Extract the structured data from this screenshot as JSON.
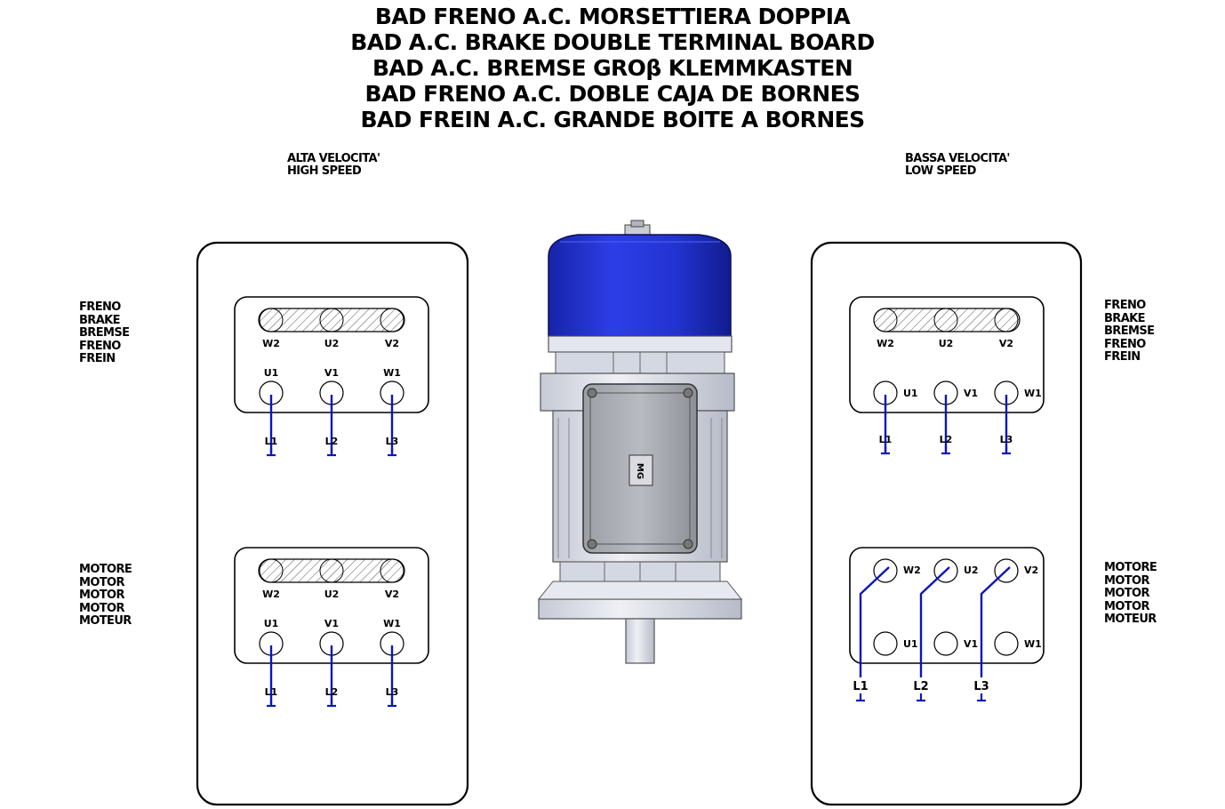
{
  "titles": [
    "BAD FRENO A.C. MORSETTIERA DOPPIA",
    "BAD A.C. BRAKE DOUBLE TERMINAL BOARD",
    "BAD A.C. BREMSE GROβ KLEMMKASTEN",
    "BAD FRENO A.C. DOBLE CAJA DE BORNES",
    "BAD FREIN A.C. GRANDE BOITE A BORNES"
  ],
  "high_speed": {
    "line1": "ALTA VELOCITA'",
    "line2": "HIGH SPEED"
  },
  "low_speed": {
    "line1": "BASSA VELOCITA'",
    "line2": "LOW SPEED"
  },
  "brake_label": [
    "FRENO",
    "BRAKE",
    "BREMSE",
    "FRENO",
    "FREIN"
  ],
  "motor_label": [
    "MOTORE",
    "MOTOR",
    "MOTOR",
    "MOTOR",
    "MOTEUR"
  ],
  "terminals": {
    "top_row": [
      "W2",
      "U2",
      "V2"
    ],
    "bottom_row": [
      "U1",
      "V1",
      "W1"
    ],
    "lines": [
      "L1",
      "L2",
      "L3"
    ]
  },
  "colors": {
    "wire": "#0b16b8",
    "motor_cap": "#1f2fd6",
    "motor_body": "#d9dce6",
    "outline": "#000000"
  },
  "icons": {
    "ground": "ground-symbol-icon",
    "motor": "electric-motor-illustration"
  }
}
